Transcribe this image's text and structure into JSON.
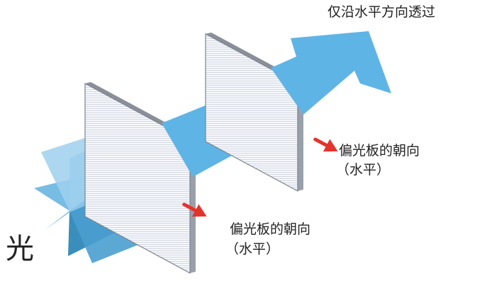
{
  "labels": {
    "light": "光",
    "transmitted": "仅沿水平方向透过",
    "polarizer1_line1": "偏光板的朝向",
    "polarizer1_line2": "（水平）",
    "polarizer2_line1": "偏光板的朝向",
    "polarizer2_line2": "（水平）"
  },
  "colors": {
    "wave_light": "#8dc6ea",
    "wave_mid": "#5fb0de",
    "wave_dark": "#2f88b8",
    "beam": "#5fb4e6",
    "pointer_arrow": "#e3342b",
    "plate_fill": "#f6f8fc",
    "plate_lines": "#c9ced8"
  }
}
